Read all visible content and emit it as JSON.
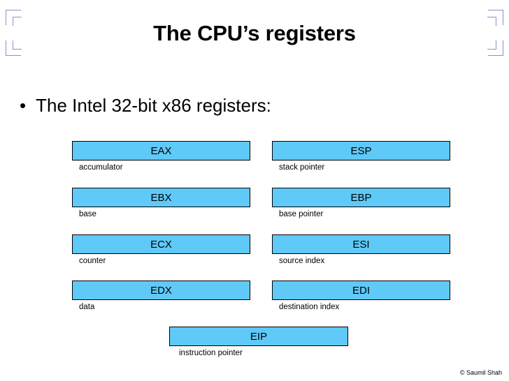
{
  "slide": {
    "title": "The CPU’s registers",
    "bullet_marker": "•",
    "bullet_text": "The Intel 32-bit x86 registers:",
    "copyright": "© Saumil Shah",
    "box_fill_color": "#5fc9f8",
    "box_border_color": "#000000",
    "corner_mark_color": "#8a8fd0",
    "background_color": "#ffffff",
    "text_color": "#000000"
  },
  "registers": {
    "left_column": [
      {
        "name": "EAX",
        "caption": "accumulator"
      },
      {
        "name": "EBX",
        "caption": "base"
      },
      {
        "name": "ECX",
        "caption": "counter"
      },
      {
        "name": "EDX",
        "caption": "data"
      }
    ],
    "right_column": [
      {
        "name": "ESP",
        "caption": "stack pointer"
      },
      {
        "name": "EBP",
        "caption": "base pointer"
      },
      {
        "name": "ESI",
        "caption": "source index"
      },
      {
        "name": "EDI",
        "caption": "destination index"
      }
    ],
    "instruction_pointer": {
      "name": "EIP",
      "caption": "instruction pointer"
    }
  }
}
